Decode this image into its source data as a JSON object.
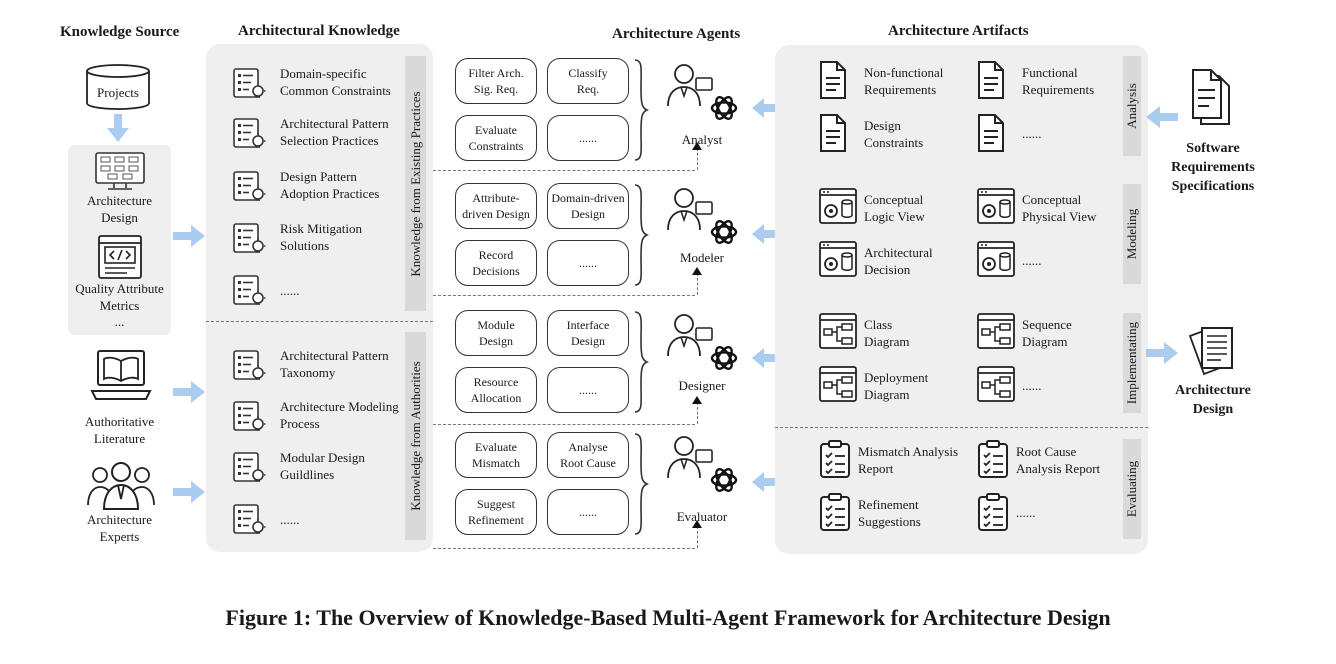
{
  "headers": {
    "knowledge_source": "Knowledge Source",
    "architectural_knowledge": "Architectural Knowledge",
    "architecture_agents": "Architecture Agents",
    "architecture_artifacts": "Architecture Artifacts"
  },
  "sources": {
    "projects": "Projects",
    "architecture_design_1": "Architecture",
    "architecture_design_2": "Design",
    "quality_metrics_1": "Quality Attribute",
    "quality_metrics_2": "Metrics",
    "ellipsis": "...",
    "literature_1": "Authoritative",
    "literature_2": "Literature",
    "experts_1": "Architecture",
    "experts_2": "Experts"
  },
  "knowledge": {
    "existing_label": "Knowledge from Existing Practices",
    "authorities_label": "Knowledge from Authorities",
    "existing": [
      [
        "Domain-specific",
        "Common Constraints"
      ],
      [
        "Architectural Pattern",
        "Selection Practices"
      ],
      [
        "Design Pattern",
        "Adoption Practices"
      ],
      [
        "Risk Mitigation",
        "Solutions"
      ],
      [
        "......",
        ""
      ]
    ],
    "authorities": [
      [
        "Architectural Pattern",
        "Taxonomy"
      ],
      [
        "Architecture Modeling",
        "Process"
      ],
      [
        "Modular Design",
        "Guildlines"
      ],
      [
        "......",
        ""
      ]
    ]
  },
  "agents": [
    {
      "name": "Analyst",
      "tasks": [
        [
          "Filter Arch.",
          "Sig. Req."
        ],
        [
          "Classify",
          "Req."
        ],
        [
          "Evaluate",
          "Constraints"
        ],
        [
          "......",
          ""
        ]
      ]
    },
    {
      "name": "Modeler",
      "tasks": [
        [
          "Attribute-",
          "driven Design"
        ],
        [
          "Domain-driven",
          "Design"
        ],
        [
          "Record",
          "Decisions"
        ],
        [
          "......",
          ""
        ]
      ]
    },
    {
      "name": "Designer",
      "tasks": [
        [
          "Module",
          "Design"
        ],
        [
          "Interface",
          "Design"
        ],
        [
          "Resource",
          "Allocation"
        ],
        [
          "......",
          ""
        ]
      ]
    },
    {
      "name": "Evaluator",
      "tasks": [
        [
          "Evaluate",
          "Mismatch"
        ],
        [
          "Analyse",
          "Root Cause"
        ],
        [
          "Suggest",
          "Refinement"
        ],
        [
          "......",
          ""
        ]
      ]
    }
  ],
  "artifacts": [
    {
      "phase": "Analysis",
      "items": [
        [
          "Non-functional",
          "Requirements"
        ],
        [
          "Functional",
          "Requirements"
        ],
        [
          "Design",
          "Constraints"
        ],
        [
          "......",
          ""
        ]
      ]
    },
    {
      "phase": "Modeling",
      "items": [
        [
          "Conceptual",
          "Logic View"
        ],
        [
          "Conceptual",
          "Physical View"
        ],
        [
          "Architectural",
          "Decision"
        ],
        [
          "......",
          ""
        ]
      ]
    },
    {
      "phase": "Implementating",
      "items": [
        [
          "Class",
          "Diagram"
        ],
        [
          "Sequence",
          "Diagram"
        ],
        [
          "Deployment",
          "Diagram"
        ],
        [
          "......",
          ""
        ]
      ]
    },
    {
      "phase": "Evaluating",
      "items": [
        [
          "Mismatch Analysis",
          "Report"
        ],
        [
          "Root Cause",
          "Analysis Report"
        ],
        [
          "Refinement",
          "Suggestions"
        ],
        [
          "......",
          ""
        ]
      ]
    }
  ],
  "inputs": {
    "srs_1": "Software",
    "srs_2": "Requirements",
    "srs_3": "Specifications"
  },
  "outputs": {
    "design_1": "Architecture",
    "design_2": "Design"
  },
  "caption": "Figure 1: The Overview of Knowledge-Based Multi-Agent Framework for Architecture Design",
  "colors": {
    "arrow": "#a9ccef",
    "panel": "#efefef",
    "bar": "#d9d9d9"
  }
}
